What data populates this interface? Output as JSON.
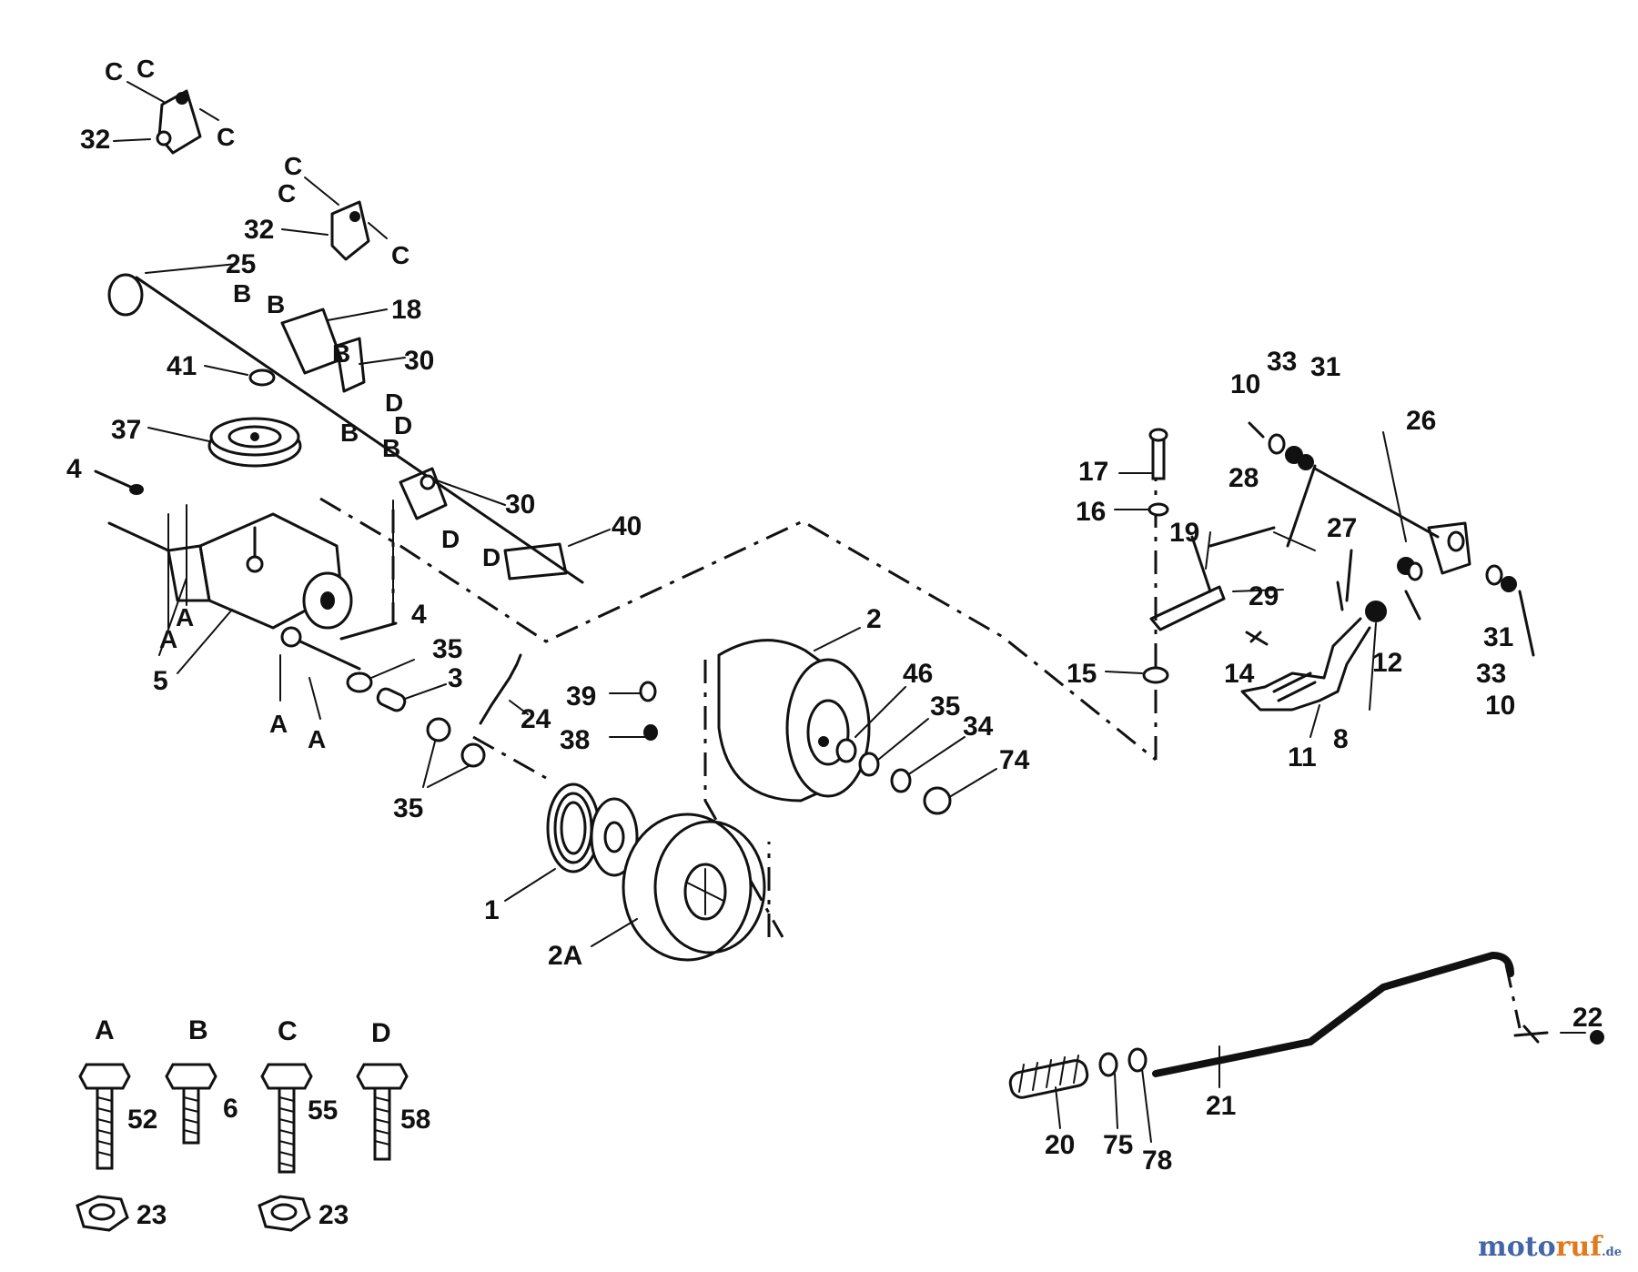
{
  "callouts": {
    "c1": "1",
    "c2": "2",
    "c2a": "2A",
    "c3": "3",
    "c4a": "4",
    "c4b": "4",
    "c5": "5",
    "c6": "6",
    "c8": "8",
    "c10a": "10",
    "c10b": "10",
    "c11": "11",
    "c12": "12",
    "c14": "14",
    "c15": "15",
    "c16": "16",
    "c17": "17",
    "c18": "18",
    "c19": "19",
    "c20": "20",
    "c21": "21",
    "c22": "22",
    "c23a": "23",
    "c23b": "23",
    "c24": "24",
    "c25": "25",
    "c26": "26",
    "c27": "27",
    "c28": "28",
    "c29": "29",
    "c30a": "30",
    "c30b": "30",
    "c31a": "31",
    "c31b": "31",
    "c32a": "32",
    "c32b": "32",
    "c33a": "33",
    "c33b": "33",
    "c34": "34",
    "c35a": "35",
    "c35b": "35",
    "c35c": "35",
    "c37": "37",
    "c38": "38",
    "c39": "39",
    "c40": "40",
    "c41": "41",
    "c46": "46",
    "c52": "52",
    "c55": "55",
    "c58": "58",
    "c74": "74",
    "c75": "75",
    "c78": "78"
  },
  "ref_letters": {
    "A": "A",
    "B": "B",
    "C": "C",
    "D": "D"
  },
  "watermark": {
    "main_a": "moto",
    "main_b": "ruf",
    "suffix": ".de"
  }
}
